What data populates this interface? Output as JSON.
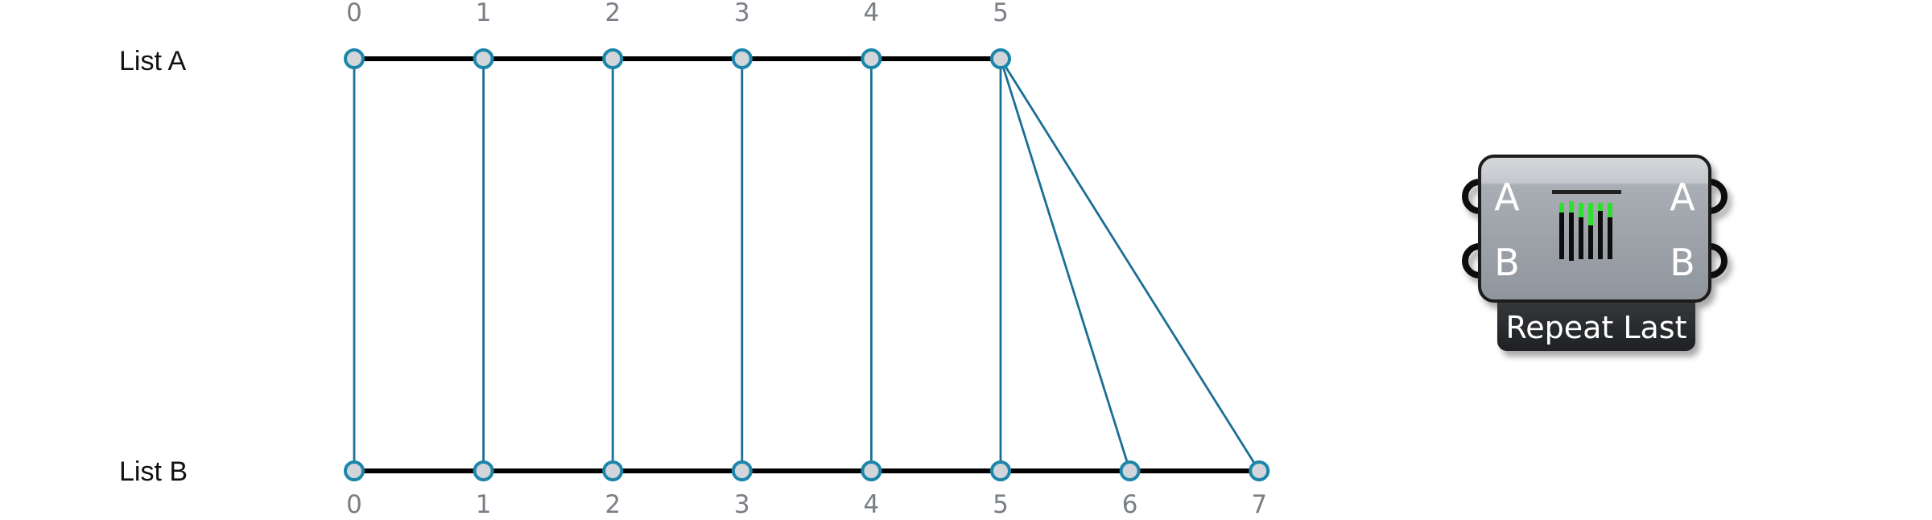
{
  "diagram": {
    "list_a": {
      "label": "List A",
      "indices": [
        "0",
        "1",
        "2",
        "3",
        "4",
        "5"
      ]
    },
    "list_b": {
      "label": "List B",
      "indices": [
        "0",
        "1",
        "2",
        "3",
        "4",
        "5",
        "6",
        "7"
      ]
    },
    "connections": [
      [
        0,
        0
      ],
      [
        1,
        1
      ],
      [
        2,
        2
      ],
      [
        3,
        3
      ],
      [
        4,
        4
      ],
      [
        5,
        5
      ],
      [
        5,
        6
      ],
      [
        5,
        7
      ]
    ]
  },
  "component": {
    "name": "Repeat Last",
    "inputs": [
      "A",
      "B"
    ],
    "outputs": [
      "A",
      "B"
    ],
    "icon": "repeat-last-icon"
  },
  "colors": {
    "link": "#1a6f96",
    "node_fill": "#d2d6da",
    "node_stroke": "#1c86aa",
    "icon_green": "#2ee02e"
  }
}
